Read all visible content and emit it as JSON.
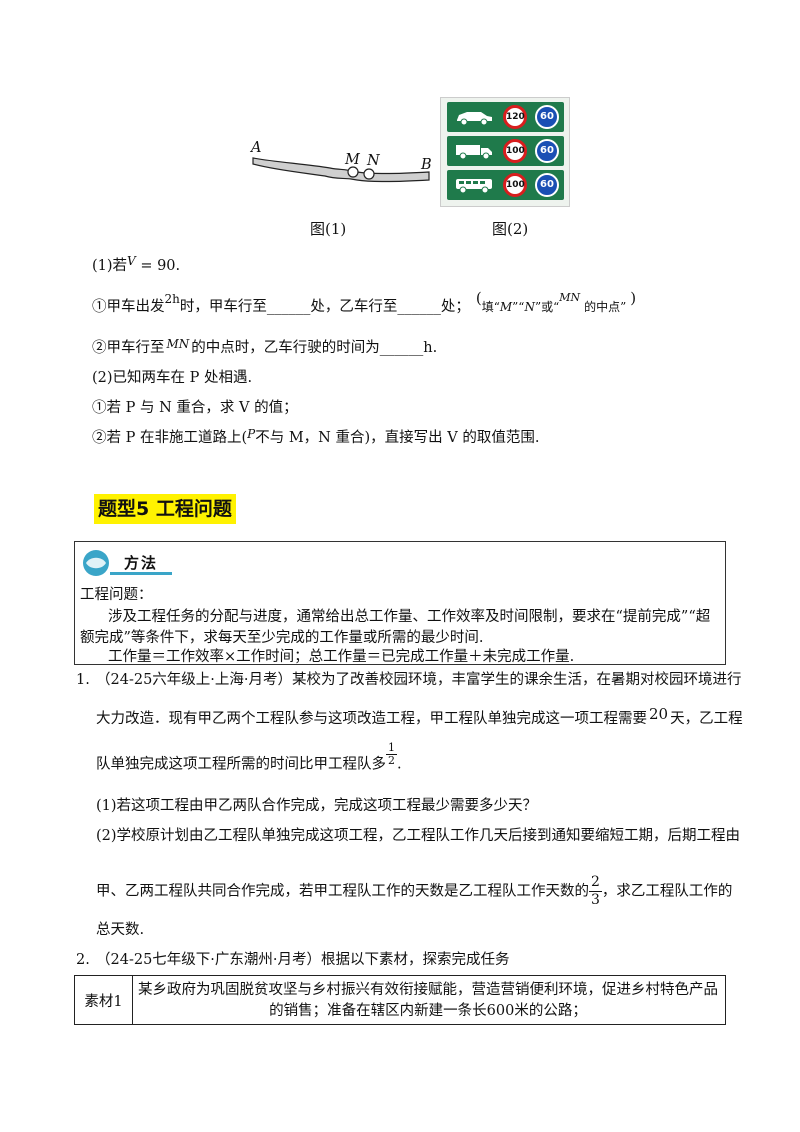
{
  "figures": {
    "fig1": {
      "points": [
        "A",
        "M",
        "N",
        "B"
      ],
      "caption": "图(1)"
    },
    "fig2": {
      "rows": [
        {
          "vehicle": "car-icon",
          "limit": "120",
          "min": "60"
        },
        {
          "vehicle": "truck-icon",
          "limit": "100",
          "min": "60"
        },
        {
          "vehicle": "bus-icon",
          "limit": "100",
          "min": "60"
        }
      ],
      "caption": "图(2)"
    }
  },
  "q_part1": {
    "intro": "(1)若",
    "cond_var": "V",
    "cond_eq": " = 90.",
    "sub1_a": "①甲车出发",
    "sub1_time": "2h",
    "sub1_b": "时，甲车行至______处，乙车行至______处；",
    "sub1_paren_open": "(",
    "sub1_hint_a": "填“",
    "sub1_hint_M": "M",
    "sub1_hint_b": "”“",
    "sub1_hint_N": "N",
    "sub1_hint_c": "”或“",
    "sub1_hint_MN": "MN",
    "sub1_hint_d": "的中点”",
    "sub1_paren_close": ")",
    "sub2_a": "②甲车行至",
    "sub2_MN": "MN",
    "sub2_b": "的中点时，乙车行驶的时间为______h."
  },
  "q_part2": {
    "line1": "(2)已知两车在 P 处相遇.",
    "line2": "①若 P 与 N 重合，求 V 的值；",
    "line3_a": "②若 P 在非施工道路上(",
    "line3_P": "P",
    "line3_b": "不与 M，N 重合)，直接写出 V 的取值范围."
  },
  "section": {
    "title": "题型5  工程问题",
    "method_badge": "方法",
    "method_heading": "工程问题：",
    "method_p1a": "涉及工程任务的分配与进度，通常给出总工作量、工作效率及时间限制，要求在“提前完成”“超",
    "method_p1b": "额完成”等条件下，求每天至少完成的工作量或所需的最少时间.",
    "method_p2": "工作量＝工作效率×工作时间；总工作量＝已完成工作量＋未完成工作量."
  },
  "problem1": {
    "num": "1.",
    "l1": "（24-25六年级上·上海·月考）某校为了改善校园环境，丰富学生的课余生活，在暑期对校园环境进行",
    "l2a": "大力改造．现有甲乙两个工程队参与这项改造工程，甲工程队单独完成这一项工程需要",
    "l2num": "20",
    "l2b": "天，乙工程",
    "l3a": "队单独完成这项工程所需的时间比甲工程队多",
    "l3frac_n": "1",
    "l3frac_d": "2",
    "l3b": ".",
    "q1": "(1)若这项工程由甲乙两队合作完成，完成这项工程最少需要多少天？",
    "q2a": "(2)学校原计划由乙工程队单独完成这项工程，乙工程队工作几天后接到通知要缩短工期，后期工程由",
    "q2b": "甲、乙两工程队共同合作完成，若甲工程队工作的天数是乙工程队工作天数的",
    "q2frac_n": "2",
    "q2frac_d": "3",
    "q2c": "，求乙工程队工作的",
    "q2d": "总天数."
  },
  "problem2": {
    "num": "2.",
    "l1": "（24-25七年级下·广东潮州·月考）根据以下素材，探索完成任务",
    "mat_label": "素材1",
    "mat_text1": "某乡政府为巩固脱贫攻坚与乡村振兴有效衔接赋能，营造营销便利环境，促进乡村特色产品",
    "mat_text2": "的销售；准备在辖区内新建一条长600米的公路；"
  },
  "colors": {
    "highlight": "#fff200",
    "sign_green": "#1f7a4b",
    "limit_red": "#d81e1e",
    "min_blue": "#1a4fb4"
  }
}
